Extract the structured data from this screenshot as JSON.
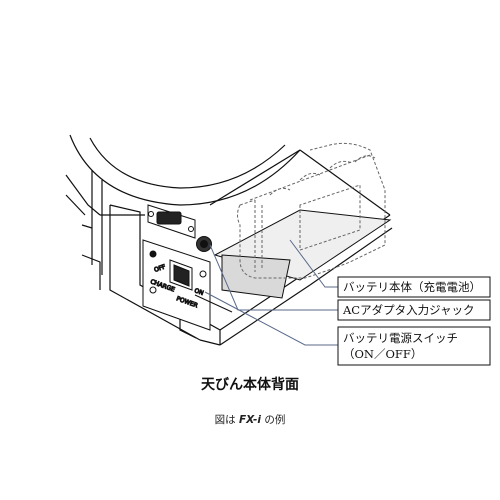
{
  "callouts": {
    "battery_body": "バッテリ本体（充電電池）",
    "ac_adapter_jack": "ACアダプタ入力ジャック",
    "battery_switch_line1": "バッテリ電源スイッチ",
    "battery_switch_line2": "（ON／OFF）"
  },
  "panel_labels": {
    "off": "OFF",
    "on": "ON",
    "charge": "CHARGE",
    "power": "POWER"
  },
  "caption": {
    "title": "天びん本体背面",
    "prefix": "図は",
    "model": "FX-i",
    "suffix": "の例"
  },
  "colors": {
    "line": "#111111",
    "leader": "#5a6a8a",
    "shade": "#d9d9d9"
  }
}
